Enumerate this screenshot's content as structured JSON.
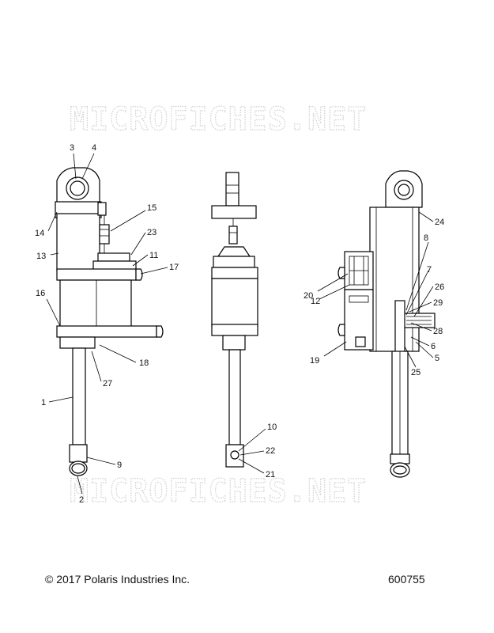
{
  "watermarks": [
    "MICROFICHES.NET",
    "MICROFICHES.NET"
  ],
  "footer": {
    "copyright": "© 2017 Polaris Industries Inc.",
    "doc_number": "600755"
  },
  "callouts": {
    "c1": "1",
    "c2": "2",
    "c3": "3",
    "c4": "4",
    "c5": "5",
    "c6": "6",
    "c7": "7",
    "c8": "8",
    "c9": "9",
    "c10": "10",
    "c11": "11",
    "c12": "12",
    "c13": "13",
    "c14": "14",
    "c15": "15",
    "c16": "16",
    "c17": "17",
    "c18": "18",
    "c19": "19",
    "c20": "20",
    "c21": "21",
    "c22": "22",
    "c23": "23",
    "c24": "24",
    "c25": "25",
    "c26": "26",
    "c27": "27",
    "c28": "28",
    "c29": "29"
  }
}
